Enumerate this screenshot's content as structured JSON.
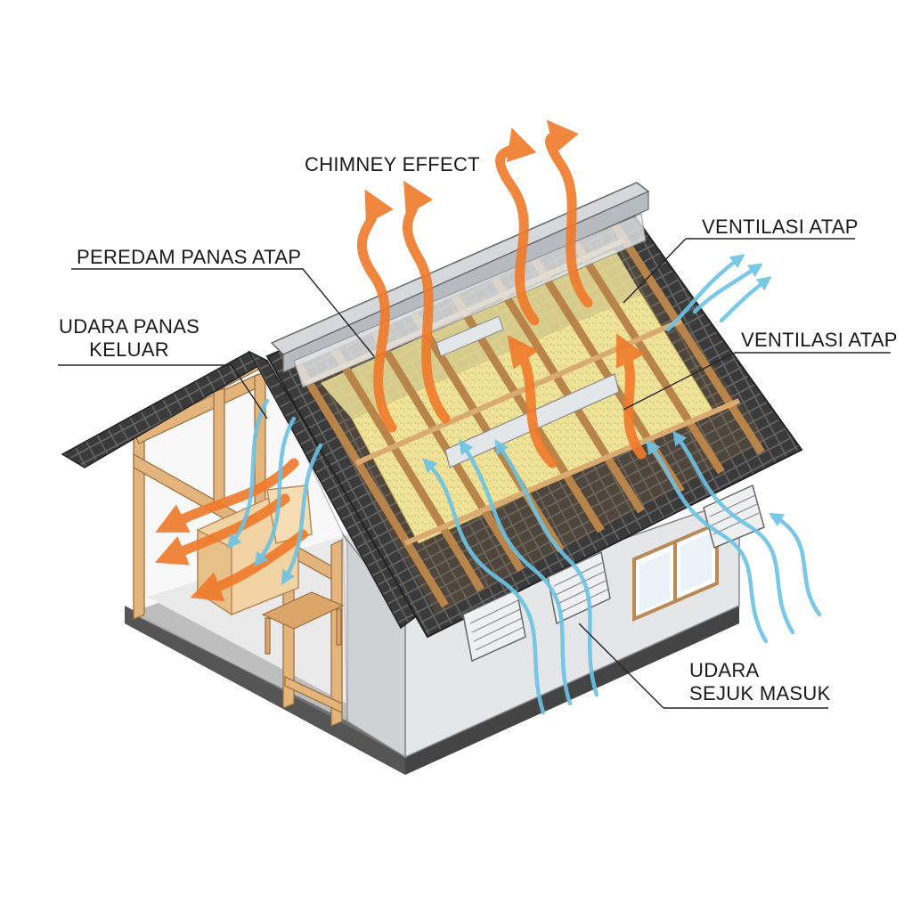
{
  "labels": {
    "chimney": "CHIMNEY EFFECT",
    "peredam": "PEREDAM PANAS ATAP",
    "udara_panas": [
      "UDARA PANAS",
      "KELUAR"
    ],
    "ventilasi_top": "VENTILASI ATAP",
    "ventilasi_mid": "VENTILASI ATAP",
    "udara_sejuk": [
      "UDARA",
      "SEJUK MASUK"
    ]
  },
  "colors": {
    "hot_air": "#f07a2a",
    "cool_air": "#6cc3e6",
    "roof_tile": "#3b3b3b",
    "insulation": "#efe39a",
    "timber": "#dcae74",
    "wall": "#d9dcdf",
    "ridge_vent": "#c9ced3"
  }
}
